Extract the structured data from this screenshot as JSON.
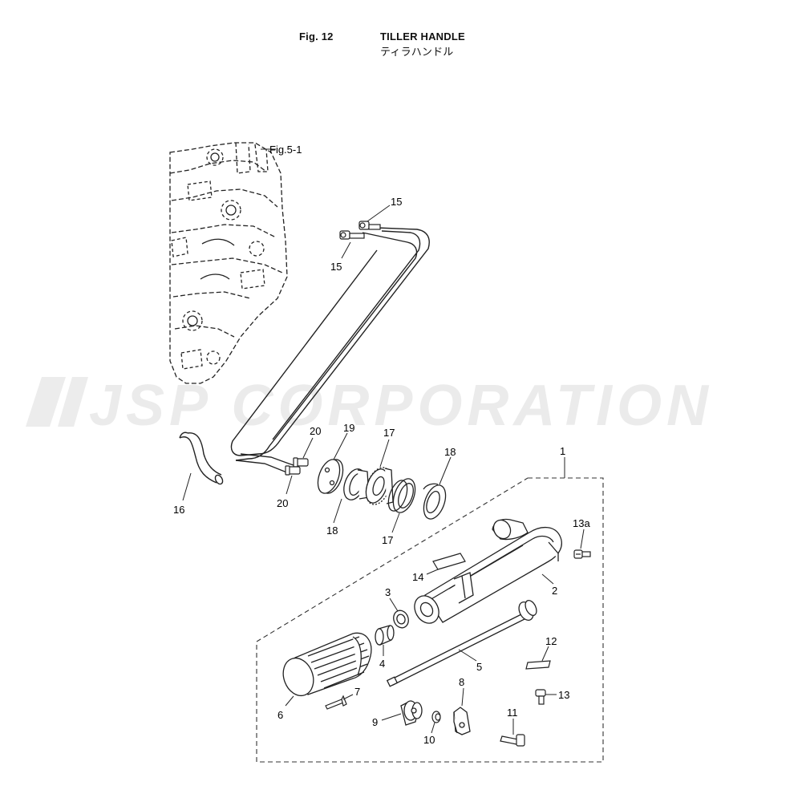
{
  "header": {
    "fig_number": "Fig. 12",
    "title_en": "TILLER HANDLE",
    "title_jp": "ティラハンドル"
  },
  "watermark": {
    "text": "JSP CORPORATION",
    "color": "#e6e6e6"
  },
  "reference": {
    "label": "Fig.5-1"
  },
  "callouts": {
    "c1": "1",
    "c2": "2",
    "c3": "3",
    "c4": "4",
    "c5": "5",
    "c6": "6",
    "c7": "7",
    "c8": "8",
    "c9": "9",
    "c10": "10",
    "c11": "11",
    "c12": "12",
    "c13": "13",
    "c13a": "13a",
    "c14": "14",
    "c15a": "15",
    "c15b": "15",
    "c16": "16",
    "c17a": "17",
    "c17b": "17",
    "c18a": "18",
    "c18b": "18",
    "c19": "19",
    "c20a": "20",
    "c20b": "20"
  }
}
